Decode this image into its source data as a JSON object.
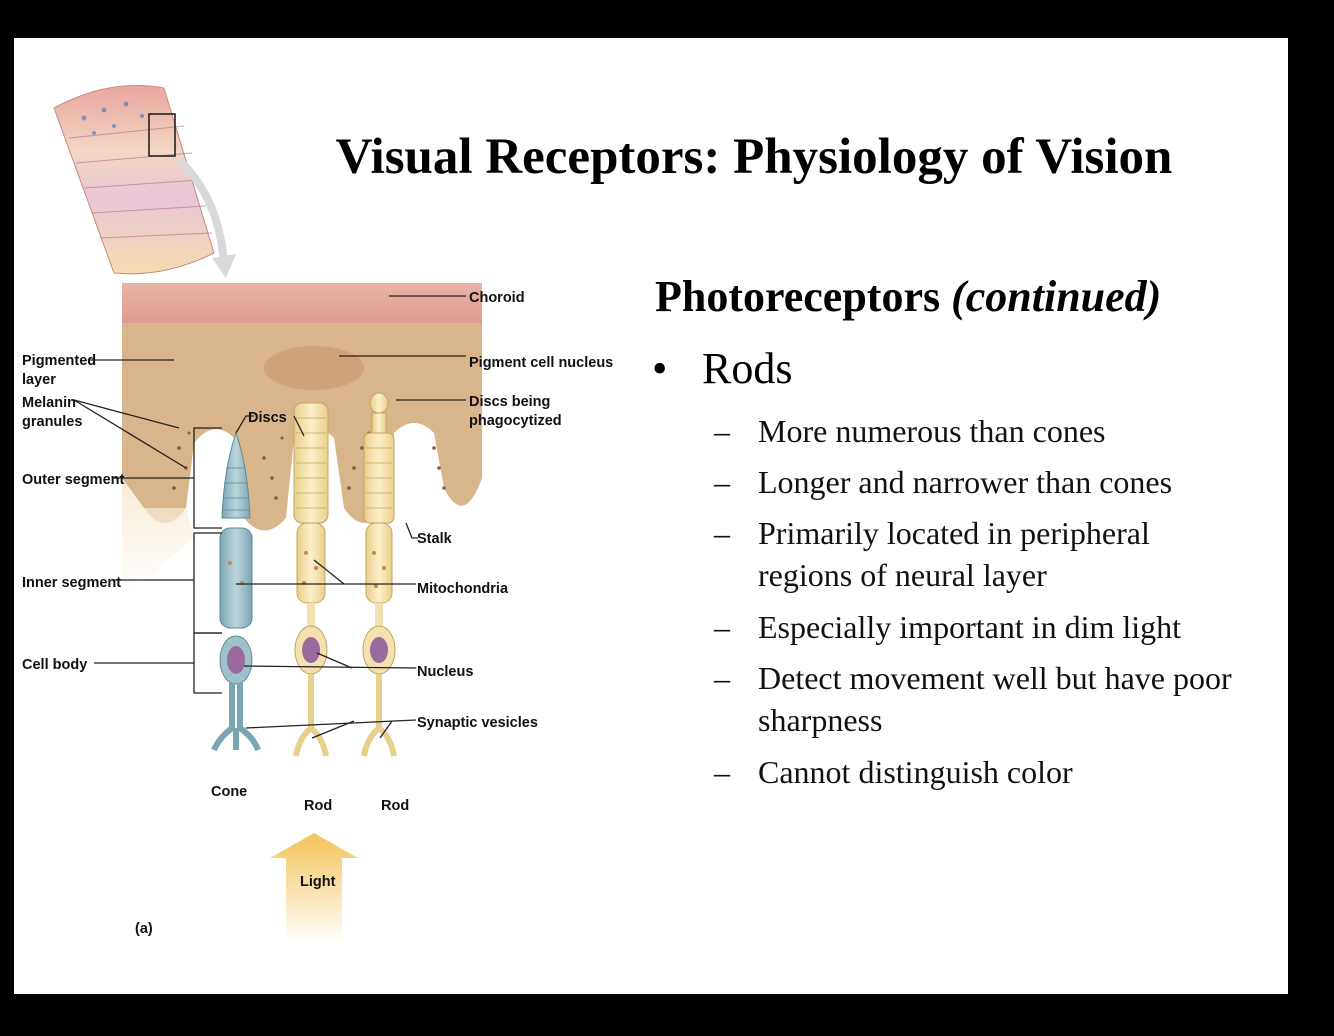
{
  "slide": {
    "title": "Visual Receptors: Physiology of Vision",
    "subtitle_main": "Photoreceptors ",
    "subtitle_italic": "(continued)",
    "bullet": "Rods",
    "bullet_symbol": "•",
    "dash_symbol": "–",
    "sub_bullets": [
      "More numerous than cones",
      "Longer and narrower than cones",
      "Primarily located in peripheral regions of neural layer",
      "Especially important in  dim light",
      "Detect movement well but have poor sharpness",
      "Cannot distinguish color"
    ]
  },
  "diagram": {
    "labels": {
      "choroid": "Choroid",
      "pigment_cell_nucleus": "Pigment cell nucleus",
      "discs_phagocytized_1": "Discs being",
      "discs_phagocytized_2": "phagocytized",
      "pigmented_layer_1": "Pigmented",
      "pigmented_layer_2": "layer",
      "melanin_1": "Melanin",
      "melanin_2": "granules",
      "discs": "Discs",
      "outer_segment": "Outer segment",
      "stalk": "Stalk",
      "inner_segment": "Inner segment",
      "mitochondria": "Mitochondria",
      "cell_body": "Cell body",
      "nucleus": "Nucleus",
      "synaptic_vesicles": "Synaptic vesicles",
      "cone": "Cone",
      "rod_1": "Rod",
      "rod_2": "Rod",
      "light": "Light",
      "panel": "(a)"
    }
  }
}
